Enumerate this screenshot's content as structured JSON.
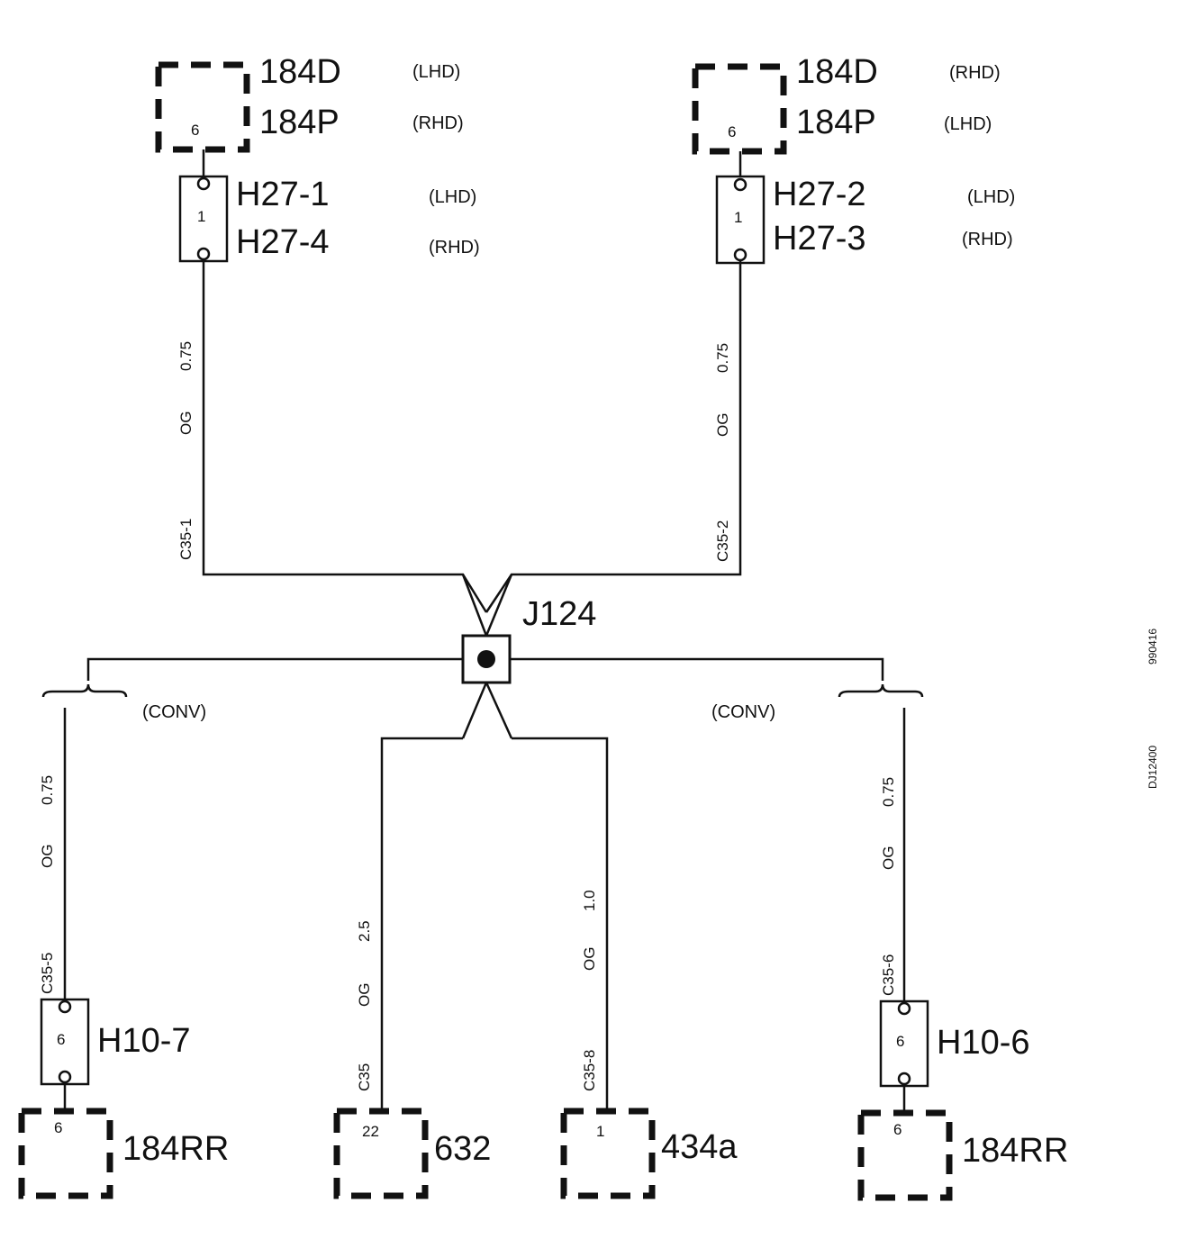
{
  "top_left": {
    "connector_a": "184D",
    "connector_a_note": "(LHD)",
    "connector_b": "184P",
    "connector_b_note": "(RHD)",
    "connector_pin": "6",
    "splice_a": "H27-1",
    "splice_a_note": "(LHD)",
    "splice_b": "H27-4",
    "splice_b_note": "(RHD)",
    "splice_pin": "1",
    "wire_size": "0.75",
    "wire_color": "OG",
    "circuit": "C35-1"
  },
  "top_right": {
    "connector_a": "184D",
    "connector_a_note": "(RHD)",
    "connector_b": "184P",
    "connector_b_note": "(LHD)",
    "connector_pin": "6",
    "splice_a": "H27-2",
    "splice_a_note": "(LHD)",
    "splice_b": "H27-3",
    "splice_b_note": "(RHD)",
    "splice_pin": "1",
    "wire_size": "0.75",
    "wire_color": "OG",
    "circuit": "C35-2"
  },
  "junction": {
    "label": "J124"
  },
  "conv_left": "(CONV)",
  "conv_right": "(CONV)",
  "bottom": {
    "left": {
      "wire_size": "0.75",
      "wire_color": "OG",
      "circuit": "C35-5",
      "splice": "H10-7",
      "splice_pin": "6",
      "connector": "184RR",
      "connector_pin": "6"
    },
    "mid_left": {
      "wire_size": "2.5",
      "wire_color": "OG",
      "circuit": "C35",
      "connector": "632",
      "connector_pin": "22"
    },
    "mid_right": {
      "wire_size": "1.0",
      "wire_color": "OG",
      "circuit": "C35-8",
      "connector": "434a",
      "connector_pin": "1"
    },
    "right": {
      "wire_size": "0.75",
      "wire_color": "OG",
      "circuit": "C35-6",
      "splice": "H10-6",
      "splice_pin": "6",
      "connector": "184RR",
      "connector_pin": "6"
    }
  },
  "margin_codes": {
    "date_code": "990416",
    "drawing_ref": "DJ12400"
  }
}
